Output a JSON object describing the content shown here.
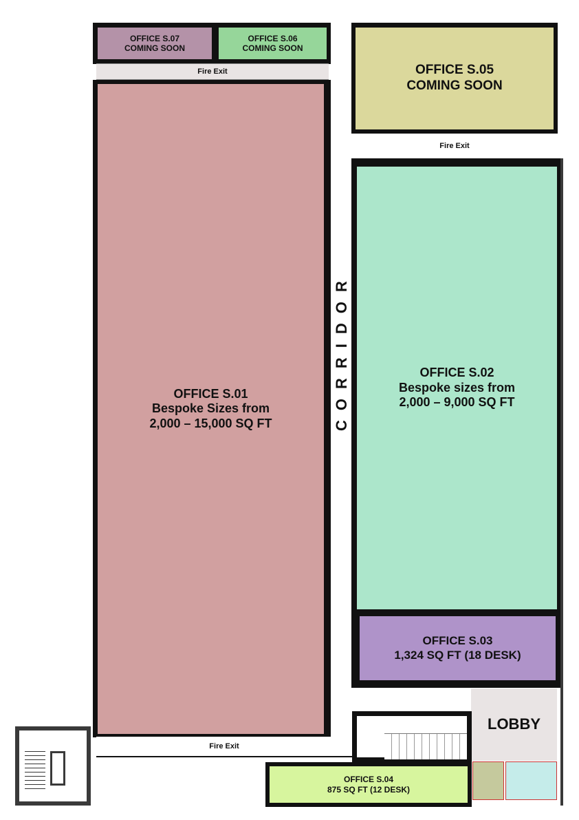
{
  "colors": {
    "s01": "#d1a0a0",
    "s02": "#ace6cb",
    "s03": "#af93c9",
    "s04": "#d7f59e",
    "s05": "#dbd89c",
    "s06": "#96d69a",
    "s07": "#b492a8",
    "lobby": "#e9e4e4",
    "fire_exit_top": "#e9e4e4"
  },
  "rooms": {
    "s07": {
      "line1": "OFFICE S.07",
      "line2": "COMING SOON"
    },
    "s06": {
      "line1": "OFFICE S.06",
      "line2": "COMING SOON"
    },
    "s05": {
      "line1": "OFFICE S.05",
      "line2": "COMING SOON"
    },
    "s01": {
      "line1": "OFFICE S.01",
      "line2": "Bespoke Sizes from",
      "line3": "2,000 – 15,000 SQ FT"
    },
    "s02": {
      "line1": "OFFICE S.02",
      "line2": "Bespoke sizes from",
      "line3": "2,000 – 9,000 SQ FT"
    },
    "s03": {
      "line1": "OFFICE S.03",
      "line2": "1,324 SQ FT (18 DESK)"
    },
    "s04": {
      "line1": "OFFICE S.04",
      "line2": "875 SQ FT (12 DESK)"
    },
    "lobby": "LOBBY"
  },
  "fire_exits": [
    "Fire Exit",
    "Fire Exit",
    "Fire Exit"
  ],
  "corridor": "CORRIDOR"
}
